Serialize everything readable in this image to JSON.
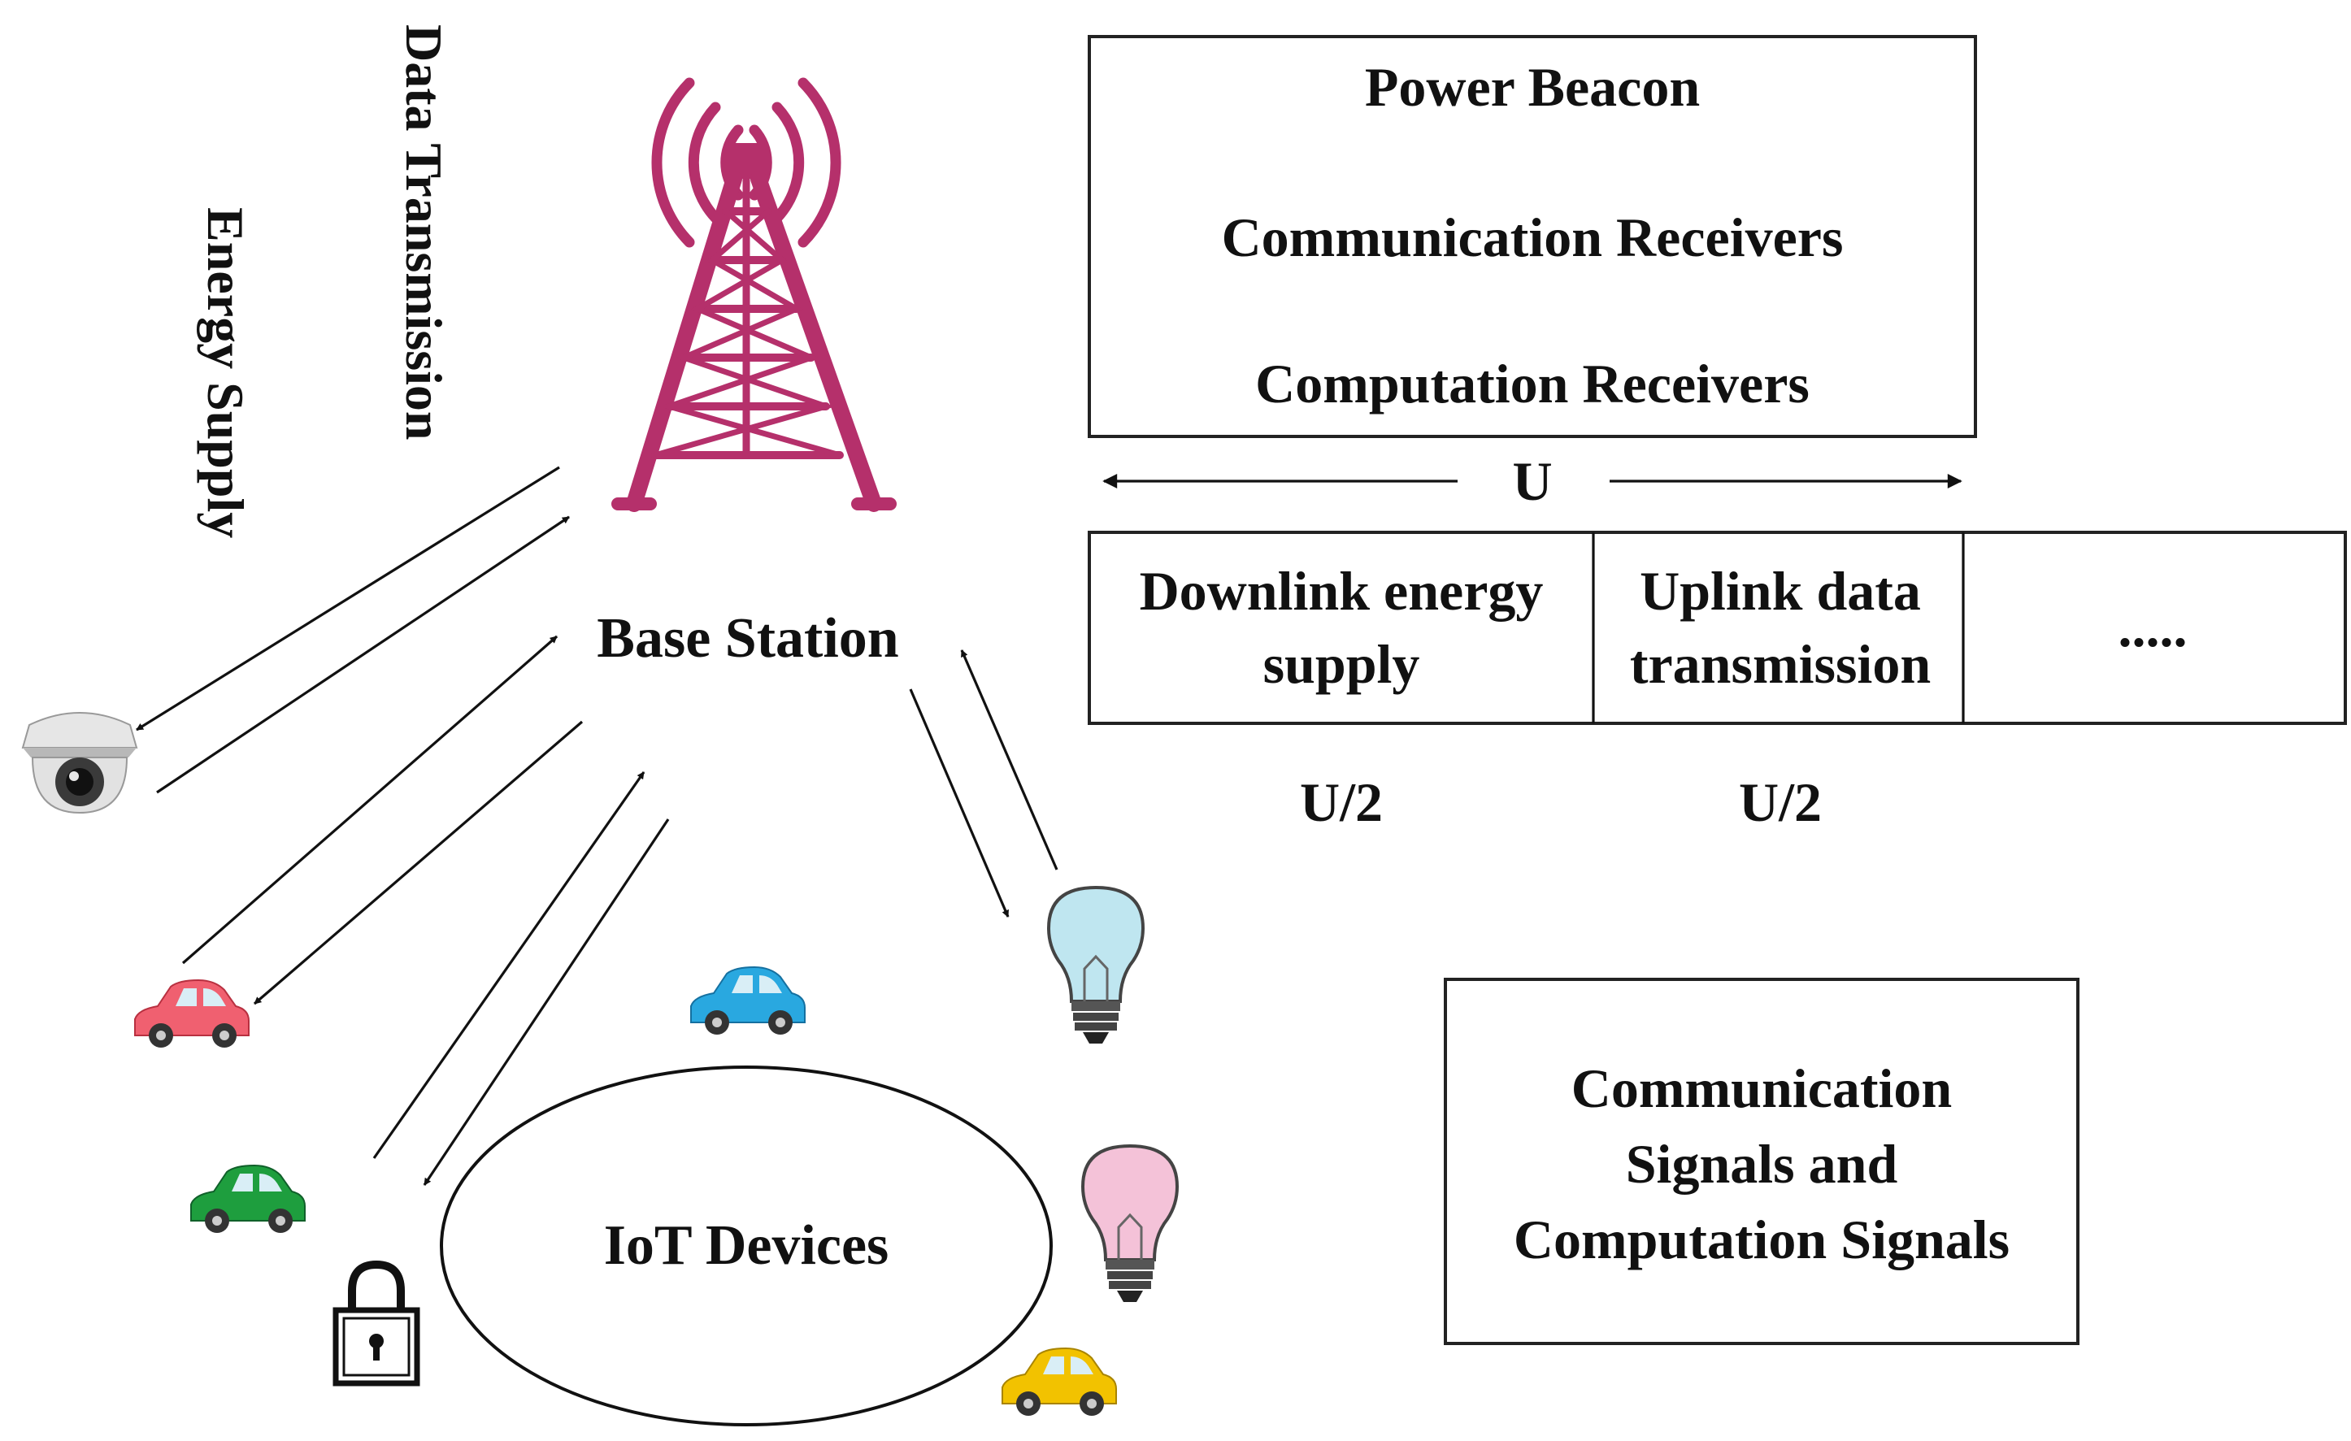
{
  "labels": {
    "data_transmission": "Data Transmission",
    "energy_supply": "Energy Supply",
    "base_station": "Base Station",
    "iot_devices": "IoT Devices"
  },
  "roles_box": {
    "line1": "Power Beacon",
    "line2": "Communication Receivers",
    "line3": "Computation Receivers"
  },
  "timeline": {
    "total": "U",
    "slot1_line1": "Downlink energy",
    "slot1_line2": "supply",
    "slot2_line1": "Uplink data",
    "slot2_line2": "transmission",
    "slot3": ".....",
    "slot1_duration": "U/2",
    "slot2_duration": "U/2"
  },
  "signals_box": {
    "line1": "Communication",
    "line2": "Signals and",
    "line3": "Computation Signals"
  },
  "colors": {
    "tower": "#b5306b",
    "car_pink": "#f06070",
    "car_blue": "#29a8e0",
    "car_green": "#1e9e3e",
    "car_yellow": "#f2c200",
    "bulb_blue": "#bfe6f0",
    "bulb_pink": "#f4c2d8"
  }
}
